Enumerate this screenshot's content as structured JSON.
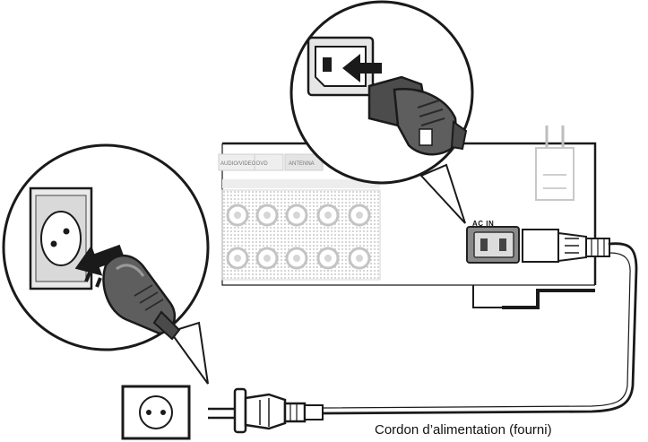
{
  "labels": {
    "caption": "Cordon d’alimentation (fourni)",
    "ac_in": "AC IN",
    "terminal_label_1": "AUDIO/VIDEO",
    "terminal_label_2": "DVD",
    "terminal_label_3": "ANTENNA"
  },
  "colors": {
    "line": "#1a1a1a",
    "panel_fill": "#f2f2f2",
    "terminal_grid": "#c9c9c9",
    "plug_body": "#5e5e5e"
  }
}
